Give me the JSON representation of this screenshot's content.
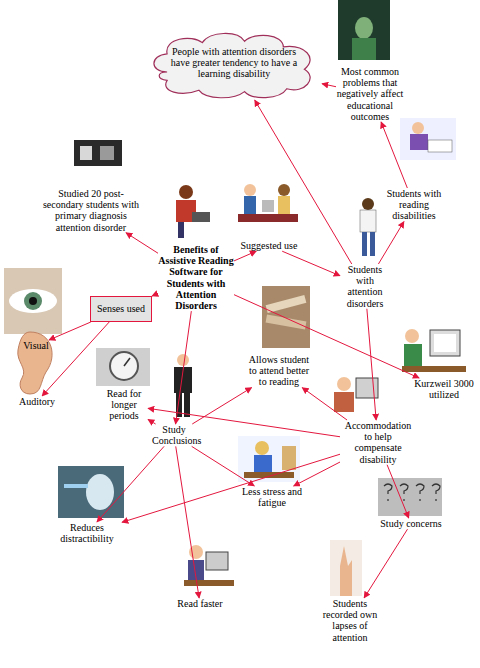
{
  "diagram": {
    "nodes": [
      {
        "text": [
          "People with attention disorders have greater tendency to have a learning disability"
        ]
      },
      {
        "text": [
          "Most common problems that negatively affect educational outcomes"
        ]
      },
      {
        "text": [
          "Students with reading disabilities"
        ]
      },
      {
        "text": [
          "Studied 20 post-secondary students with primary diagnosis attention disorder"
        ]
      },
      {
        "text": [
          "Benefits of Assistive Reading Software for Students with Attention Disorders"
        ]
      },
      {
        "text": [
          "Suggested use"
        ]
      },
      {
        "text": [
          "Students with attention disorders"
        ]
      },
      {
        "text": [
          "Senses used"
        ]
      },
      {
        "text": [
          "Visual"
        ]
      },
      {
        "text": [
          "Auditory"
        ]
      },
      {
        "text": [
          "Allows student to attend better to reading"
        ]
      },
      {
        "text": [
          "Kurzweil 3000 utilized"
        ]
      },
      {
        "text": [
          "Read for longer periods"
        ]
      },
      {
        "text": [
          "Study Conclusions"
        ]
      },
      {
        "text": [
          "Accommodation to help compensate disability"
        ]
      },
      {
        "text": [
          "Less stress and fatigue"
        ]
      },
      {
        "text": [
          "Study concerns"
        ]
      },
      {
        "text": [
          "Reduces distractibility"
        ]
      },
      {
        "text": [
          "Read faster"
        ]
      },
      {
        "text": [
          "Students recorded own lapses of attention"
        ]
      }
    ],
    "edges": [
      {
        "from": 4,
        "to": 3,
        "arrow": "to"
      },
      {
        "from": 4,
        "to": 7,
        "arrow": "to"
      },
      {
        "from": 7,
        "to": 8,
        "arrow": "to"
      },
      {
        "from": 7,
        "to": 9,
        "arrow": "to"
      },
      {
        "from": 6,
        "to": 0,
        "arrow": "to"
      },
      {
        "from": 1,
        "to": 0,
        "arrow": "to"
      },
      {
        "from": 2,
        "to": 1,
        "arrow": "to"
      },
      {
        "from": 6,
        "to": 2,
        "arrow": "to"
      },
      {
        "from": 4,
        "to": 5,
        "arrow": "to"
      },
      {
        "from": 5,
        "to": 6,
        "arrow": "to"
      },
      {
        "from": 6,
        "to": 14,
        "arrow": "to"
      },
      {
        "from": 4,
        "to": 11,
        "arrow": "to"
      },
      {
        "from": 14,
        "to": 10,
        "arrow": "to"
      },
      {
        "from": 14,
        "to": 12,
        "arrow": "to"
      },
      {
        "from": 14,
        "to": 17,
        "arrow": "to"
      },
      {
        "from": 14,
        "to": 15,
        "arrow": "to"
      },
      {
        "from": 14,
        "to": 16,
        "arrow": "to"
      },
      {
        "from": 16,
        "to": 19,
        "arrow": "to"
      },
      {
        "from": 4,
        "to": 13,
        "arrow": "to"
      },
      {
        "from": 13,
        "to": 12,
        "arrow": "to"
      },
      {
        "from": 13,
        "to": 17,
        "arrow": "to"
      },
      {
        "from": 13,
        "to": 18,
        "arrow": "to"
      },
      {
        "from": 13,
        "to": 15,
        "arrow": "to"
      },
      {
        "from": 13,
        "to": 10,
        "arrow": "to"
      }
    ]
  }
}
